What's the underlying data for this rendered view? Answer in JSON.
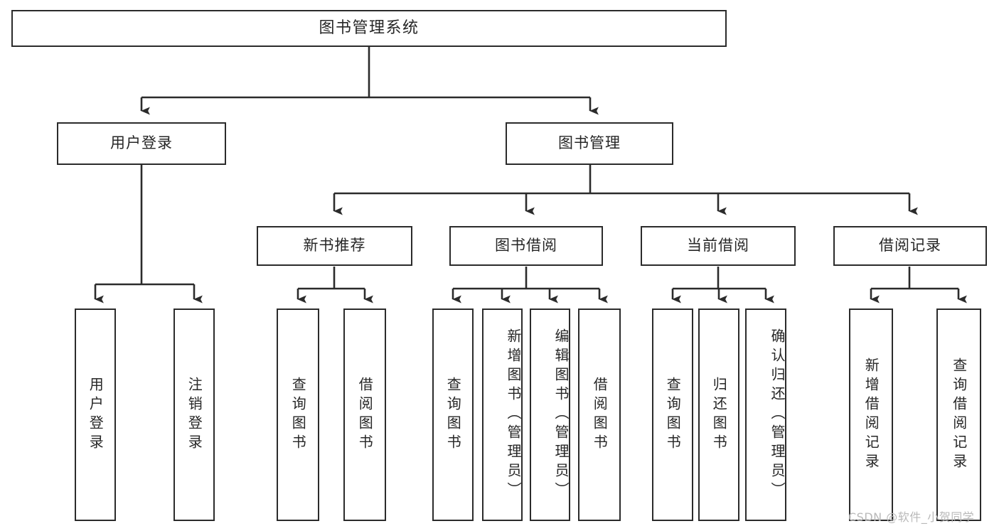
{
  "diagram": {
    "type": "tree",
    "title": "图书管理系统",
    "root": {
      "label": "图书管理系统"
    },
    "level2": [
      {
        "label": "用户登录"
      },
      {
        "label": "图书管理"
      }
    ],
    "level3": [
      {
        "label": "新书推荐"
      },
      {
        "label": "图书借阅"
      },
      {
        "label": "当前借阅"
      },
      {
        "label": "借阅记录"
      }
    ],
    "leaves": {
      "user_login": [
        {
          "label": "用户登录"
        },
        {
          "label": "注销登录"
        }
      ],
      "new_book_recommend": [
        {
          "label": "查询图书"
        },
        {
          "label": "借阅图书"
        }
      ],
      "book_borrow": [
        {
          "label": "查询图书"
        },
        {
          "label": "新增图书（管理员）"
        },
        {
          "label": "编辑图书（管理员）"
        },
        {
          "label": "借阅图书"
        }
      ],
      "current_borrow": [
        {
          "label": "查询图书"
        },
        {
          "label": "归还图书"
        },
        {
          "label": "确认归还（管理员）"
        }
      ],
      "borrow_record": [
        {
          "label": "新增借阅记录"
        },
        {
          "label": "查询借阅记录"
        }
      ]
    },
    "colors": {
      "stroke": "#2b2b2b",
      "fill": "#ffffff",
      "text": "#262626",
      "watermark": "#b9b9b9"
    }
  },
  "watermark": {
    "text": "CSDN @软件_小贺同学"
  }
}
